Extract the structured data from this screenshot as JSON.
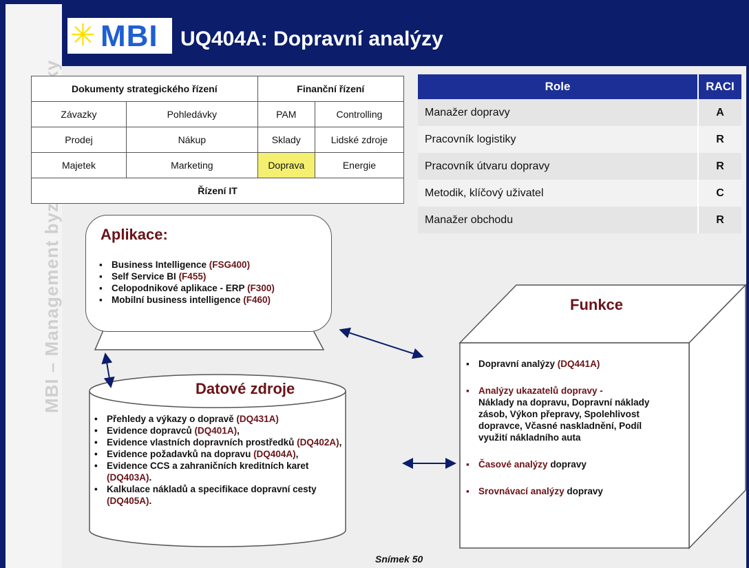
{
  "header": {
    "logo_text": "MBI",
    "title": "UQ404A: Dopravní analýzy"
  },
  "sidebar": {
    "vertical_text": "MBI – Management byznys informatiky"
  },
  "process_table": {
    "top_left": "Dokumenty strategického řízení",
    "top_right": "Finanční řízení",
    "row1": [
      "Závazky",
      "Pohledávky",
      "PAM",
      "Controlling"
    ],
    "row2": [
      "Prodej",
      "Nákup",
      "Sklady",
      "Lidské zdroje"
    ],
    "row3": [
      "Majetek",
      "Marketing",
      "Doprava",
      "Energie"
    ],
    "bottom": "Řízení IT",
    "highlight": "Doprava",
    "highlight_color": "#f5ef70"
  },
  "raci_table": {
    "headers": {
      "role": "Role",
      "raci": "RACI"
    },
    "rows": [
      {
        "role": "Manažer dopravy",
        "raci": "A"
      },
      {
        "role": "Pracovník logistiky",
        "raci": "R"
      },
      {
        "role": "Pracovník útvaru dopravy",
        "raci": "R"
      },
      {
        "role": "Metodik, klíčový uživatel",
        "raci": "C"
      },
      {
        "role": "Manažer obchodu",
        "raci": "R"
      }
    ],
    "header_color": "#1c2f97"
  },
  "applications": {
    "title": "Aplikace:",
    "items": [
      {
        "text": "Business Intelligence ",
        "code": "(FSG400)"
      },
      {
        "text": "Self Service BI ",
        "code": "(F455)"
      },
      {
        "text": "Celopodnikové aplikace - ERP ",
        "code": "(F300)"
      },
      {
        "text": "Mobilní business intelligence ",
        "code": "(F460)"
      }
    ]
  },
  "data_sources": {
    "title": "Datové zdroje",
    "items": [
      {
        "text": "Přehledy a výkazy o dopravě ",
        "code": "(DQ431A)",
        "tail": ""
      },
      {
        "text": "Evidence dopravců ",
        "code": "(DQ401A)",
        "tail": ","
      },
      {
        "text": "Evidence vlastních dopravních prostředků ",
        "code": "(DQ402A)",
        "tail": ","
      },
      {
        "text": "Evidence požadavků na dopravu ",
        "code": "(DQ404A)",
        "tail": ","
      },
      {
        "text": "Evidence CCS a zahraničních kreditních karet ",
        "code": "(DQ403A)",
        "tail": "."
      },
      {
        "text": "Kalkulace nákladů a specifikace dopravní cesty ",
        "code": "(DQ405A)",
        "tail": "."
      }
    ]
  },
  "functions": {
    "title": "Funkce",
    "item1_text": "Dopravní analýzy ",
    "item1_code": "(DQ441A)",
    "item2_head": "Analýzy ukazatelů dopravy -",
    "item2_body": "Náklady na dopravu, Dopravní náklady zásob, Výkon přepravy, Spolehlivost dopravce, Včasné naskladnění, Podíl využití nákladního auta",
    "item3_red": "Časové analýzy",
    "item3_rest": " dopravy",
    "item4_red": "Srovnávací analýzy",
    "item4_rest": " dopravy"
  },
  "footer": {
    "slide_label": "Snímek  50"
  },
  "colors": {
    "navy": "#0b1d6b",
    "dark_red": "#6a1318",
    "logo_blue": "#1f5fd1",
    "logo_star": "#ffe000"
  }
}
